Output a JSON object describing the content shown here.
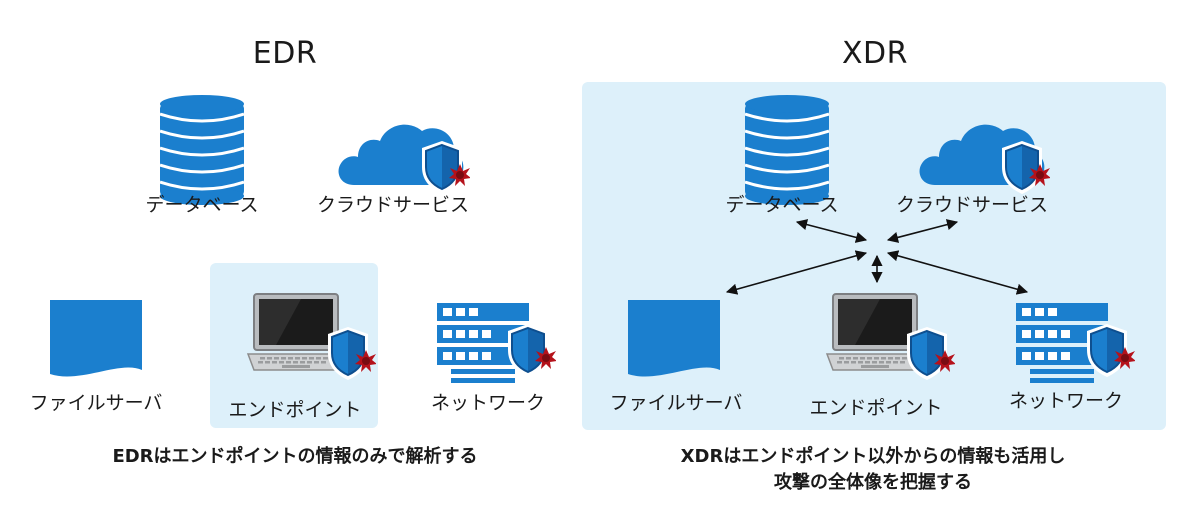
{
  "colors": {
    "icon_blue": "#1b7fce",
    "icon_blue_light": "#e8f4fc",
    "panel_bg": "#ddf0fa",
    "shield_dark": "#0e4f8f",
    "threat_red": "#b5121b",
    "laptop_gray": "#8c8c8c",
    "arrow": "#111111"
  },
  "edr": {
    "title": "EDR",
    "nodes": {
      "database": {
        "label": "データベース",
        "icon": "database-icon"
      },
      "cloud": {
        "label": "クラウドサービス",
        "icon": "cloud-shield-icon"
      },
      "file_server": {
        "label": "ファイルサーバ",
        "icon": "document-icon"
      },
      "endpoint": {
        "label": "エンドポイント",
        "icon": "laptop-shield-icon"
      },
      "network": {
        "label": "ネットワーク",
        "icon": "server-rack-shield-icon"
      }
    },
    "caption": "EDRはエンドポイントの情報のみで解析する"
  },
  "xdr": {
    "title": "XDR",
    "nodes": {
      "database": {
        "label": "データベース",
        "icon": "database-icon"
      },
      "cloud": {
        "label": "クラウドサービス",
        "icon": "cloud-shield-icon"
      },
      "file_server": {
        "label": "ファイルサーバ",
        "icon": "document-icon"
      },
      "endpoint": {
        "label": "エンドポイント",
        "icon": "laptop-shield-icon"
      },
      "network": {
        "label": "ネットワーク",
        "icon": "server-rack-shield-icon"
      }
    },
    "caption_line1": "XDRはエンドポイント以外からの情報も活用し",
    "caption_line2": "攻撃の全体像を把握する"
  }
}
